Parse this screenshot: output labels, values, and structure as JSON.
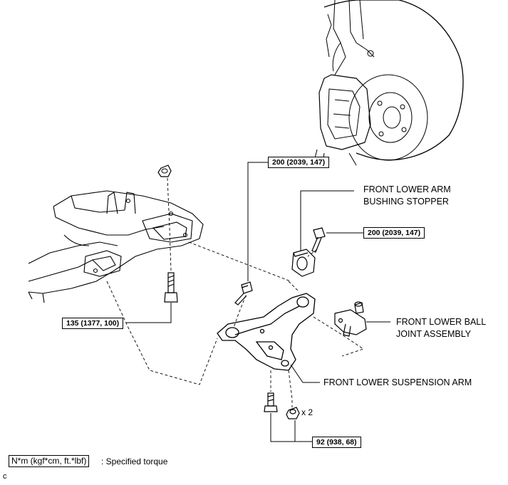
{
  "torque": {
    "upper_bolt": "200 (2039, 147)",
    "stopper_bolt": "200 (2039, 147)",
    "subframe_bolt": "135 (1377, 100)",
    "arm_bolts": "92 (938, 68)"
  },
  "labels": {
    "bushing_stopper_line1": "FRONT LOWER ARM",
    "bushing_stopper_line2": "BUSHING STOPPER",
    "ball_joint_line1": "FRONT LOWER BALL",
    "ball_joint_line2": "JOINT ASSEMBLY",
    "suspension_arm": "FRONT LOWER SUSPENSION ARM"
  },
  "quantity": "x 2",
  "legend": {
    "unit_box": "N*m (kgf*cm, ft.*lbf)",
    "description": ": Specified torque"
  },
  "corner_mark": "c"
}
